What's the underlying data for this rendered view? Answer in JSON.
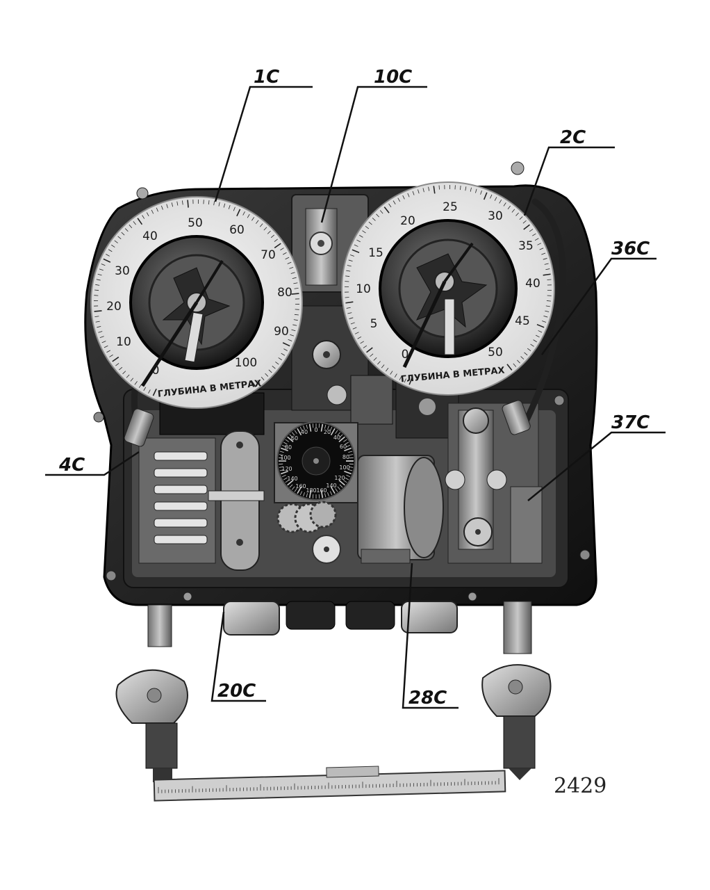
{
  "callouts": [
    {
      "label": "1С"
    },
    {
      "label": "10С"
    },
    {
      "label": "2С"
    },
    {
      "label": "36С"
    },
    {
      "label": "37С"
    },
    {
      "label": "4С"
    },
    {
      "label": "20С"
    },
    {
      "label": "28С"
    }
  ],
  "left_dial": {
    "numbers": [
      "0",
      "10",
      "20",
      "30",
      "40",
      "50",
      "60",
      "70",
      "80",
      "90",
      "100"
    ],
    "caption": "ГЛУБИНА В МЕТРАХ"
  },
  "right_dial": {
    "numbers": [
      "0",
      "5",
      "10",
      "15",
      "20",
      "25",
      "30",
      "35",
      "40",
      "45",
      "50"
    ],
    "caption": "ГЛУБИНА В МЕТРАХ"
  },
  "small_dial": {
    "numbers": [
      "0",
      "20",
      "40",
      "60",
      "80",
      "100",
      "120",
      "140",
      "160",
      "180",
      "160",
      "140",
      "120",
      "100",
      "80",
      "60",
      "40",
      "20"
    ]
  },
  "plate_number": "2429",
  "colors": {
    "background": "#ffffff",
    "housing": "#1f1f1f",
    "dial_face": "#e9e9e9",
    "metal": "#9a9a9a"
  }
}
